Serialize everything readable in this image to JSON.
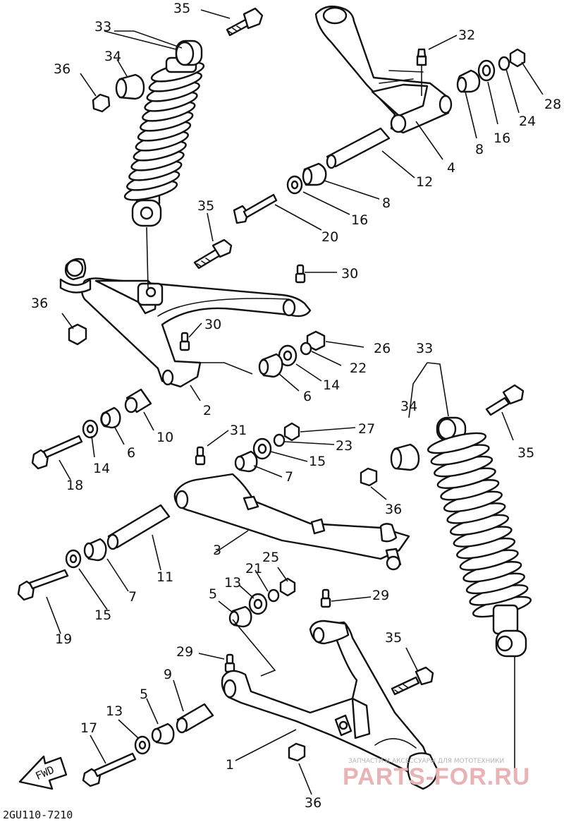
{
  "diagram": {
    "part_labels": [
      {
        "id": "p35a",
        "text": "35"
      },
      {
        "id": "p33a",
        "text": "33"
      },
      {
        "id": "p34a",
        "text": "34"
      },
      {
        "id": "p36a",
        "text": "36"
      },
      {
        "id": "p32",
        "text": "32"
      },
      {
        "id": "p28",
        "text": "28"
      },
      {
        "id": "p24",
        "text": "24"
      },
      {
        "id": "p16a",
        "text": "16"
      },
      {
        "id": "p8a",
        "text": "8"
      },
      {
        "id": "p4",
        "text": "4"
      },
      {
        "id": "p12",
        "text": "12"
      },
      {
        "id": "p8b",
        "text": "8"
      },
      {
        "id": "p16b",
        "text": "16"
      },
      {
        "id": "p20",
        "text": "20"
      },
      {
        "id": "p35b",
        "text": "35"
      },
      {
        "id": "p30a",
        "text": "30"
      },
      {
        "id": "p36b",
        "text": "36"
      },
      {
        "id": "p30b",
        "text": "30"
      },
      {
        "id": "p26",
        "text": "26"
      },
      {
        "id": "p22",
        "text": "22"
      },
      {
        "id": "p14a",
        "text": "14"
      },
      {
        "id": "p6a",
        "text": "6"
      },
      {
        "id": "p2",
        "text": "2"
      },
      {
        "id": "p10",
        "text": "10"
      },
      {
        "id": "p6b",
        "text": "6"
      },
      {
        "id": "p14b",
        "text": "14"
      },
      {
        "id": "p18",
        "text": "18"
      },
      {
        "id": "p31",
        "text": "31"
      },
      {
        "id": "p27",
        "text": "27"
      },
      {
        "id": "p23",
        "text": "23"
      },
      {
        "id": "p15a",
        "text": "15"
      },
      {
        "id": "p7a",
        "text": "7"
      },
      {
        "id": "p33b",
        "text": "33"
      },
      {
        "id": "p34b",
        "text": "34"
      },
      {
        "id": "p35c",
        "text": "35"
      },
      {
        "id": "p36c",
        "text": "36"
      },
      {
        "id": "p3",
        "text": "3"
      },
      {
        "id": "p11",
        "text": "11"
      },
      {
        "id": "p7b",
        "text": "7"
      },
      {
        "id": "p15b",
        "text": "15"
      },
      {
        "id": "p19",
        "text": "19"
      },
      {
        "id": "p25",
        "text": "25"
      },
      {
        "id": "p21",
        "text": "21"
      },
      {
        "id": "p13a",
        "text": "13"
      },
      {
        "id": "p5a",
        "text": "5"
      },
      {
        "id": "p29a",
        "text": "29"
      },
      {
        "id": "p29b",
        "text": "29"
      },
      {
        "id": "p35d",
        "text": "35"
      },
      {
        "id": "p9",
        "text": "9"
      },
      {
        "id": "p5b",
        "text": "5"
      },
      {
        "id": "p13b",
        "text": "13"
      },
      {
        "id": "p17",
        "text": "17"
      },
      {
        "id": "p1",
        "text": "1"
      },
      {
        "id": "p36d",
        "text": "36"
      }
    ],
    "fwd_label": "FWD",
    "diagram_code": "2GU110-7210"
  },
  "watermark": {
    "small_text": "ЗАПЧАСТИ И АКСЕССУАРЫ ДЛЯ МОТОТЕХНИКИ",
    "big_text": "PARTS-FOR.RU",
    "color": "#e9b2b4"
  }
}
